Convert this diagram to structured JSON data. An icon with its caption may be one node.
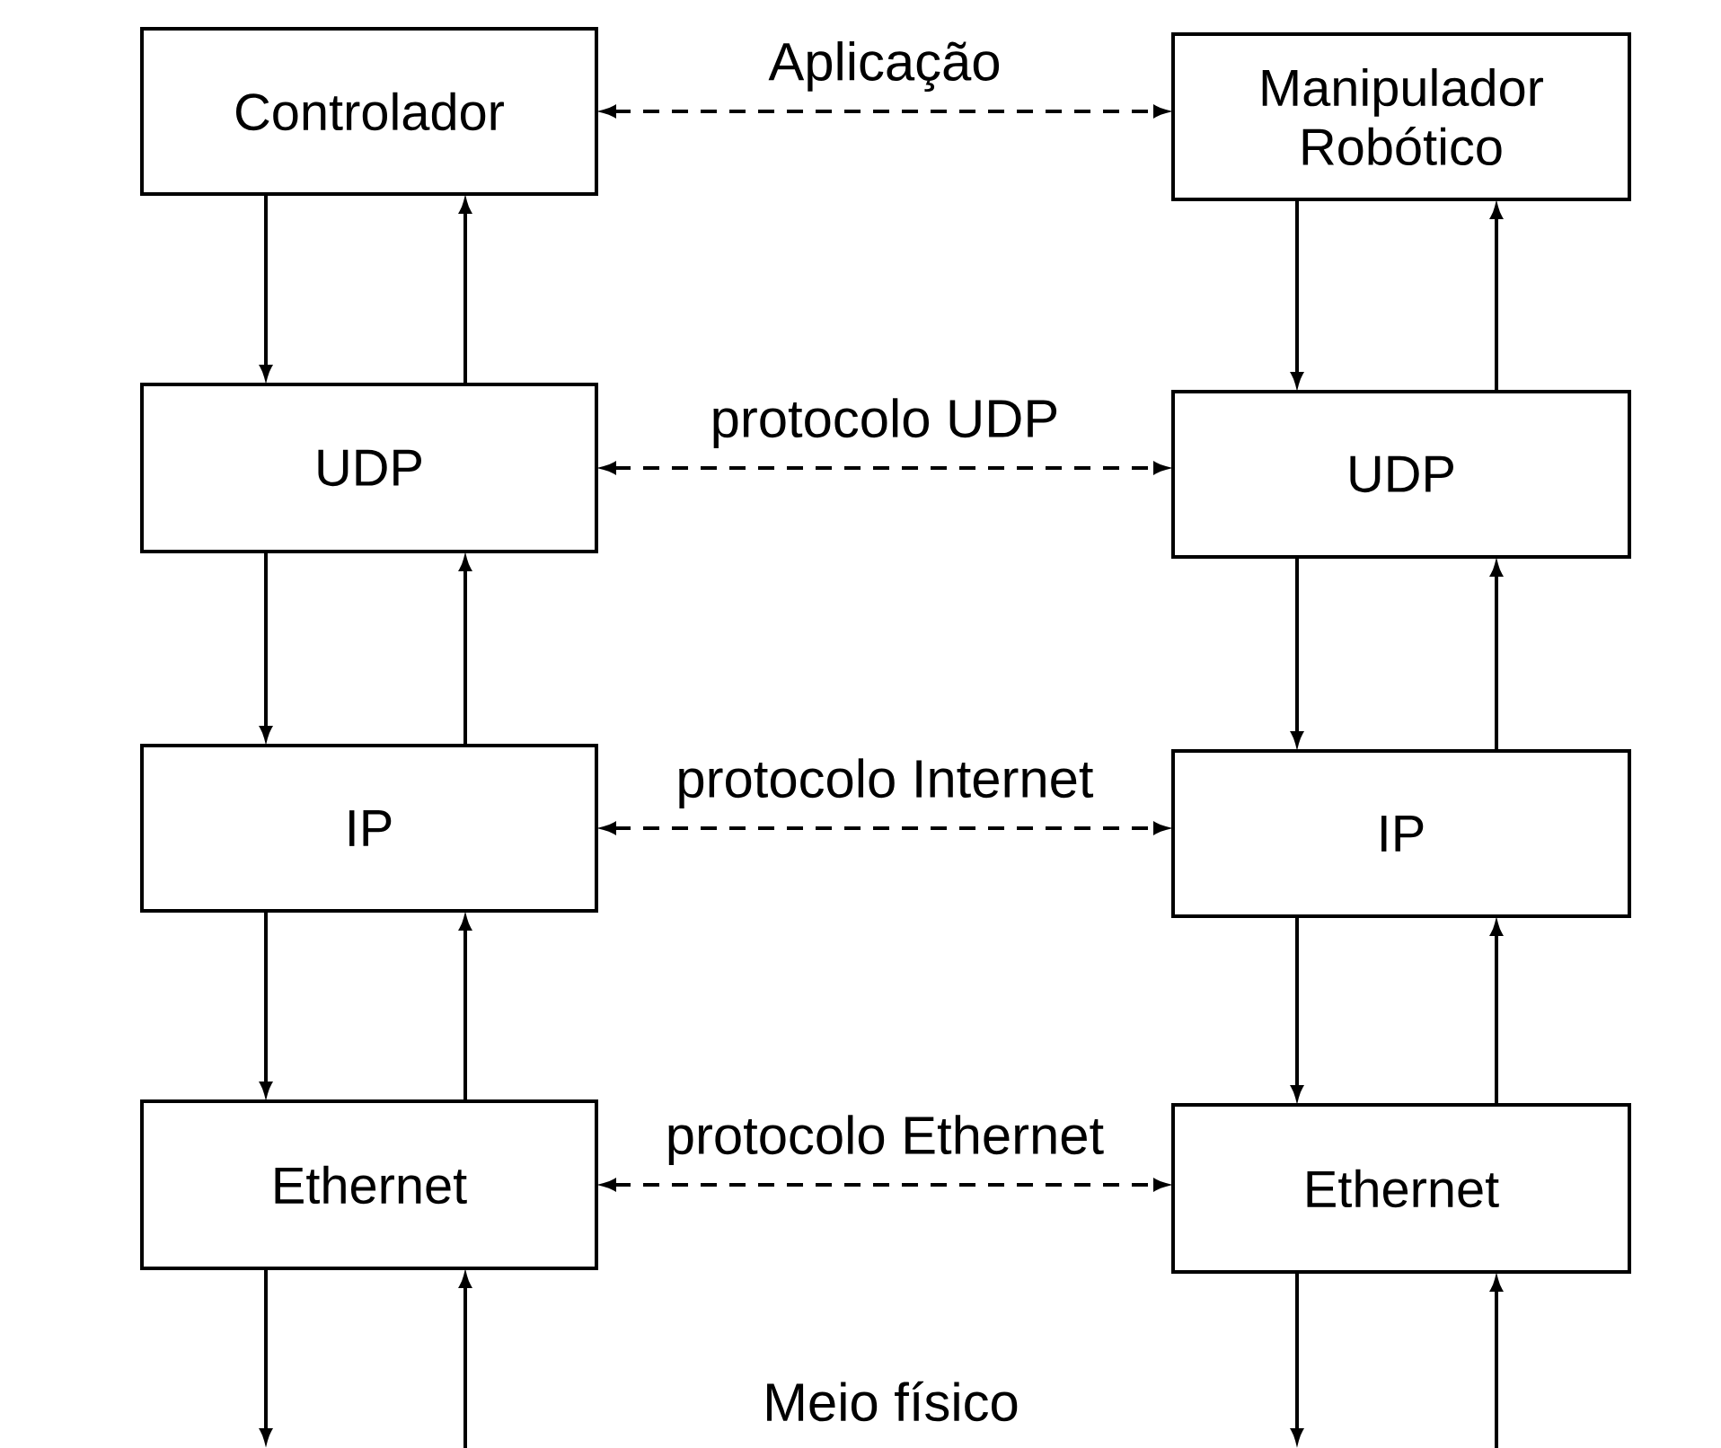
{
  "diagram": {
    "nodes": [
      {
        "text": [
          "Controlador"
        ]
      },
      {
        "text": [
          "Manipulador Robótico"
        ]
      },
      {
        "text": [
          "UDP"
        ]
      },
      {
        "text": [
          "UDP"
        ]
      },
      {
        "text": [
          "IP"
        ]
      },
      {
        "text": [
          "IP"
        ]
      },
      {
        "text": [
          "Ethernet"
        ]
      },
      {
        "text": [
          "Ethernet"
        ]
      }
    ],
    "edges": [
      {
        "from": 0,
        "to": 1,
        "arrow": "both",
        "style": "dashed",
        "label": "Aplicação"
      },
      {
        "from": 0,
        "to": 2,
        "arrow": "to"
      },
      {
        "from": 2,
        "to": 0,
        "arrow": "to"
      },
      {
        "from": 1,
        "to": 3,
        "arrow": "to"
      },
      {
        "from": 3,
        "to": 1,
        "arrow": "to"
      },
      {
        "from": 2,
        "to": 3,
        "arrow": "both",
        "style": "dashed",
        "label": "protocolo UDP"
      },
      {
        "from": 2,
        "to": 4,
        "arrow": "to"
      },
      {
        "from": 4,
        "to": 2,
        "arrow": "to"
      },
      {
        "from": 3,
        "to": 5,
        "arrow": "to"
      },
      {
        "from": 5,
        "to": 3,
        "arrow": "to"
      },
      {
        "from": 4,
        "to": 5,
        "arrow": "both",
        "style": "dashed",
        "label": "protocolo Internet"
      },
      {
        "from": 4,
        "to": 6,
        "arrow": "to"
      },
      {
        "from": 6,
        "to": 4,
        "arrow": "to"
      },
      {
        "from": 5,
        "to": 7,
        "arrow": "to"
      },
      {
        "from": 7,
        "to": 5,
        "arrow": "to"
      },
      {
        "from": 6,
        "to": 7,
        "arrow": "both",
        "style": "dashed",
        "label": "protocolo Ethernet"
      },
      {
        "from": 6,
        "to": null,
        "arrow": "to"
      },
      {
        "from": null,
        "to": 6,
        "arrow": "to"
      },
      {
        "from": 7,
        "to": null,
        "arrow": "to"
      },
      {
        "from": null,
        "to": 7,
        "arrow": "to"
      }
    ],
    "labels": [
      "Meio físico"
    ]
  }
}
